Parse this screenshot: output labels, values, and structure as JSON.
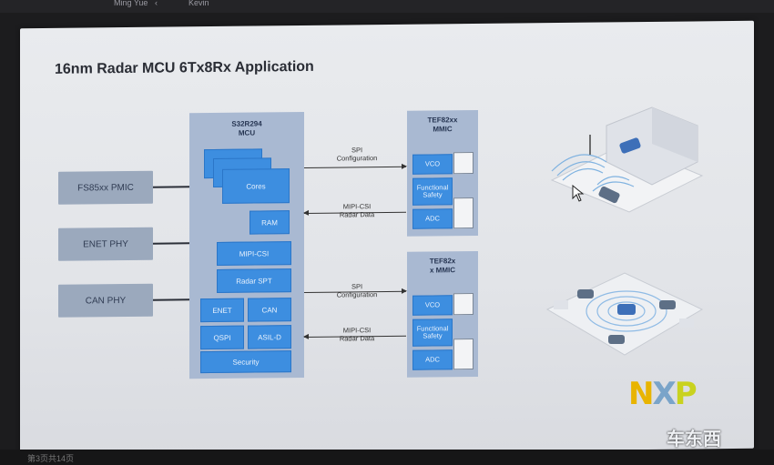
{
  "meeting": {
    "participants": [
      "Ming Yue",
      "Kevin"
    ]
  },
  "bottom_caption": "第3页共14页",
  "slide": {
    "title": "16nm Radar MCU 6Tx8Rx Application",
    "peripherals": [
      "FS85xx PMIC",
      "ENET PHY",
      "CAN PHY"
    ],
    "mcu": {
      "title": "S32R294\nMCU",
      "blocks": {
        "cores": "Cores",
        "ram": "RAM",
        "mipi_csi": "MIPI-CSI",
        "radar_spt": "Radar SPT",
        "enet": "ENET",
        "can": "CAN",
        "qspi": "QSPI",
        "asil_d": "ASIL-D",
        "security": "Security"
      }
    },
    "mmics": [
      {
        "title": "TEF82xx\nMMIC",
        "vco": "VCO",
        "functional_safety": "Functional\nSafety",
        "adc": "ADC"
      },
      {
        "title": "TEF82x\nx MMIC",
        "vco": "VCO",
        "functional_safety": "Functional\nSafety",
        "adc": "ADC"
      }
    ],
    "links": {
      "spi_1": "SPI\nConfiguration",
      "mipi_1": "MIPI-CSI\nRadar Data",
      "spi_2": "SPI\nConfiguration",
      "mipi_2": "MIPI-CSI\nRadar Data"
    }
  },
  "logo": {
    "brand": "NXP",
    "watermark": "车东西"
  },
  "colors": {
    "slide_bg": "#e6e8ec",
    "container": "#a9b9d2",
    "block_blue": "#3d8ee0",
    "peripheral": "#9ba9bd"
  }
}
